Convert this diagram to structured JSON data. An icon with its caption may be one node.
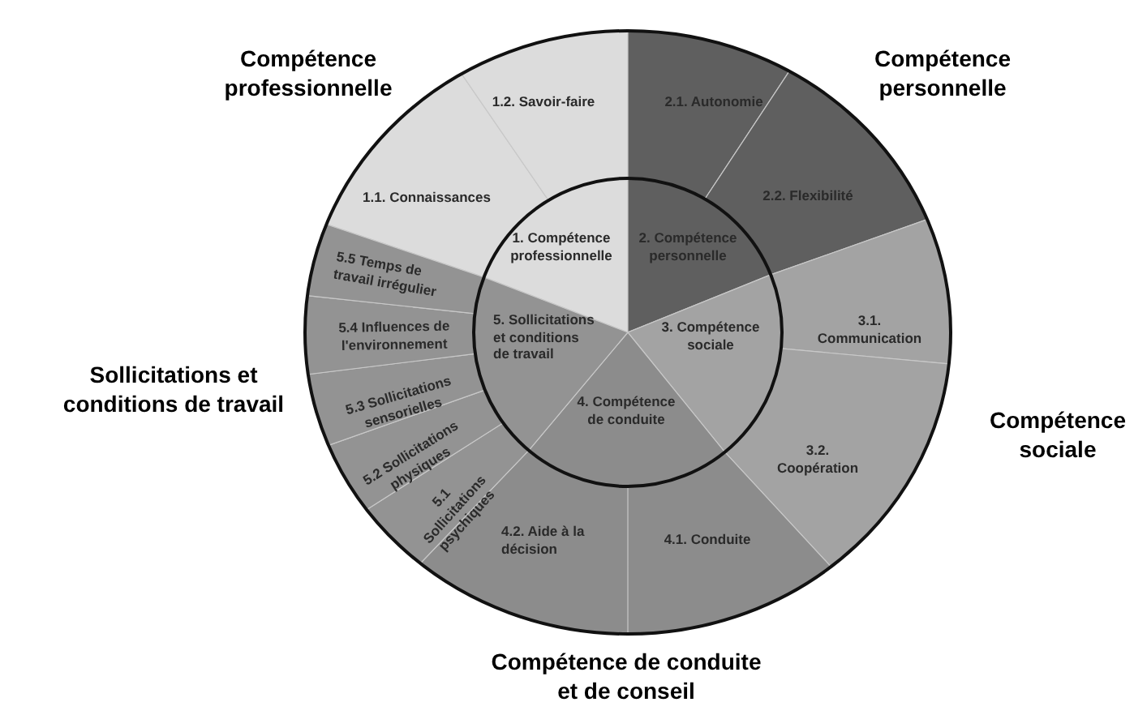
{
  "diagram": {
    "nodes": [
      {
        "text": [
          "1. Compétence professionnelle"
        ]
      },
      {
        "text": [
          "2. Compétence personnelle"
        ]
      },
      {
        "text": [
          "3. Compétence sociale"
        ]
      },
      {
        "text": [
          "4. Compétence de conduite"
        ]
      },
      {
        "text": [
          "5. Sollicitations et conditions de travail"
        ]
      },
      {
        "text": [
          "1.1. Connaissances"
        ]
      },
      {
        "text": [
          "1.2. Savoir-faire"
        ]
      },
      {
        "text": [
          "2.1. Autonomie"
        ]
      },
      {
        "text": [
          "2.2. Flexibilité"
        ]
      },
      {
        "text": [
          "3.1. Communication"
        ]
      },
      {
        "text": [
          "3.2. Coopération"
        ]
      },
      {
        "text": [
          "4.1. Conduite"
        ]
      },
      {
        "text": [
          "4.2. Aide à la décision"
        ]
      },
      {
        "text": [
          "5.1 Sollicitations psychiques"
        ]
      },
      {
        "text": [
          "5.2 Sollicitations physiques"
        ]
      },
      {
        "text": [
          "5.3 Sollicitations sensorielles"
        ]
      },
      {
        "text": [
          "5.4 Influences de l'environnement"
        ]
      },
      {
        "text": [
          "5.5 Temps de travail irrégulier"
        ]
      }
    ],
    "labels": [
      "Compétence professionnelle",
      "Compétence personnelle",
      "Sollicitations et conditions de travail",
      "Compétence sociale",
      "Compétence de conduite et de conseil"
    ]
  }
}
